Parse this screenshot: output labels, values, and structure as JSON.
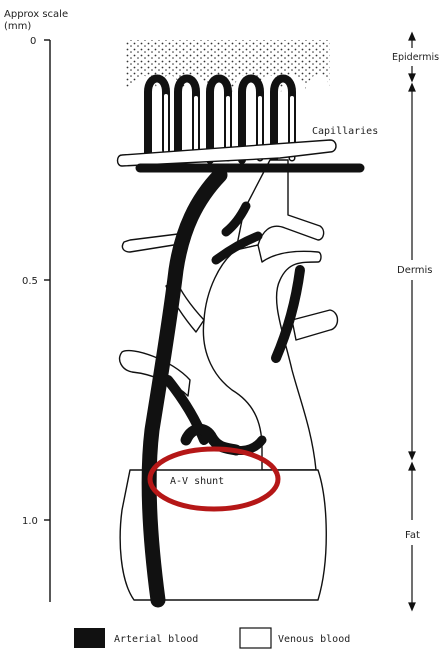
{
  "scale": {
    "title_line1": "Approx scale",
    "title_line2": "(mm)",
    "ticks": [
      "0",
      "0.5",
      "1.0"
    ]
  },
  "layers": {
    "epidermis": "Epidermis",
    "dermis": "Dermis",
    "fat": "Fat"
  },
  "labels": {
    "capillaries": "Capillaries",
    "av_shunt": "A-V shunt"
  },
  "legend": {
    "arterial": "Arterial blood",
    "venous": "Venous blood"
  },
  "colors": {
    "arterial": "#111111",
    "venous": "#ffffff",
    "outline": "#111111",
    "highlight": "#b51717"
  }
}
